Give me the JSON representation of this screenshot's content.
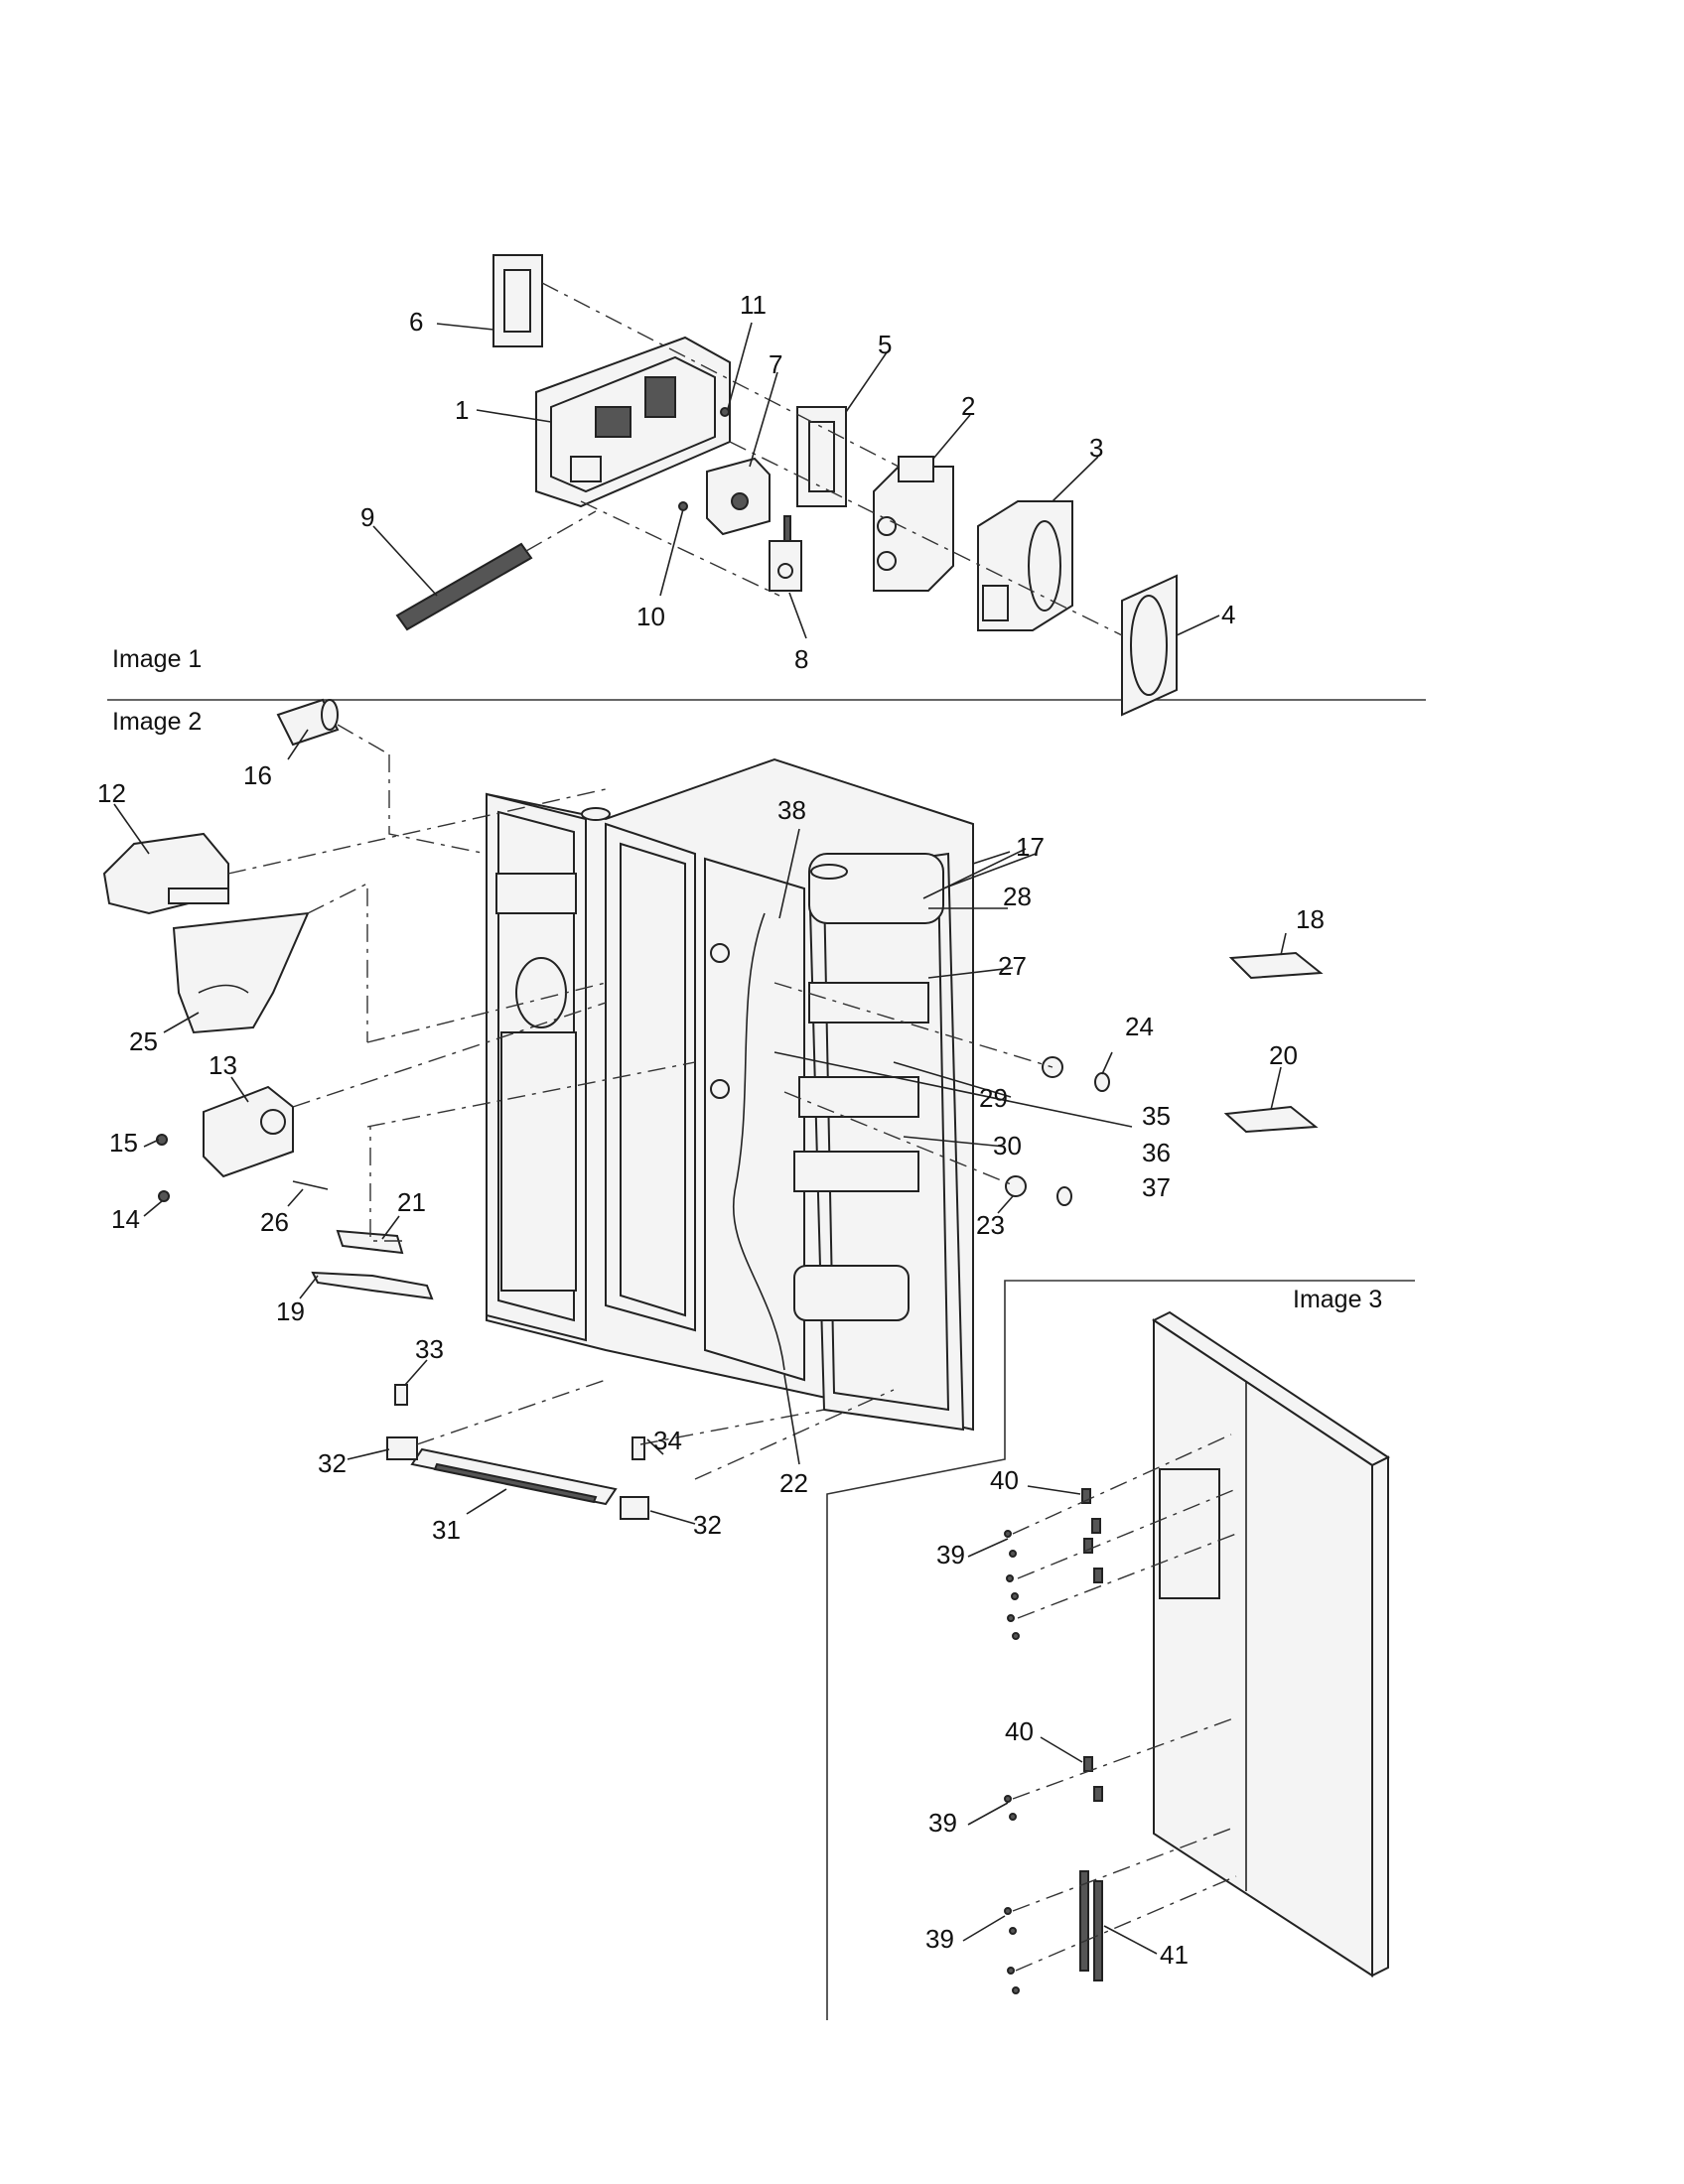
{
  "sections": {
    "image1": "Image 1",
    "image2": "Image 2",
    "image3": "Image 3"
  },
  "callouts": {
    "c1": "1",
    "c2": "2",
    "c3": "3",
    "c4": "4",
    "c5": "5",
    "c6": "6",
    "c7": "7",
    "c8": "8",
    "c9": "9",
    "c10": "10",
    "c11": "11",
    "c12": "12",
    "c13": "13",
    "c14": "14",
    "c15": "15",
    "c16": "16",
    "c17": "17",
    "c18": "18",
    "c19": "19",
    "c20": "20",
    "c21": "21",
    "c22": "22",
    "c23": "23",
    "c24": "24",
    "c25": "25",
    "c26": "26",
    "c27": "27",
    "c28": "28",
    "c29": "29",
    "c30": "30",
    "c31": "31",
    "c32a": "32",
    "c32b": "32",
    "c33": "33",
    "c34": "34",
    "c35": "35",
    "c36": "36",
    "c37": "37",
    "c38": "38",
    "c39a": "39",
    "c39b": "39",
    "c39c": "39",
    "c40a": "40",
    "c40b": "40",
    "c41": "41"
  }
}
